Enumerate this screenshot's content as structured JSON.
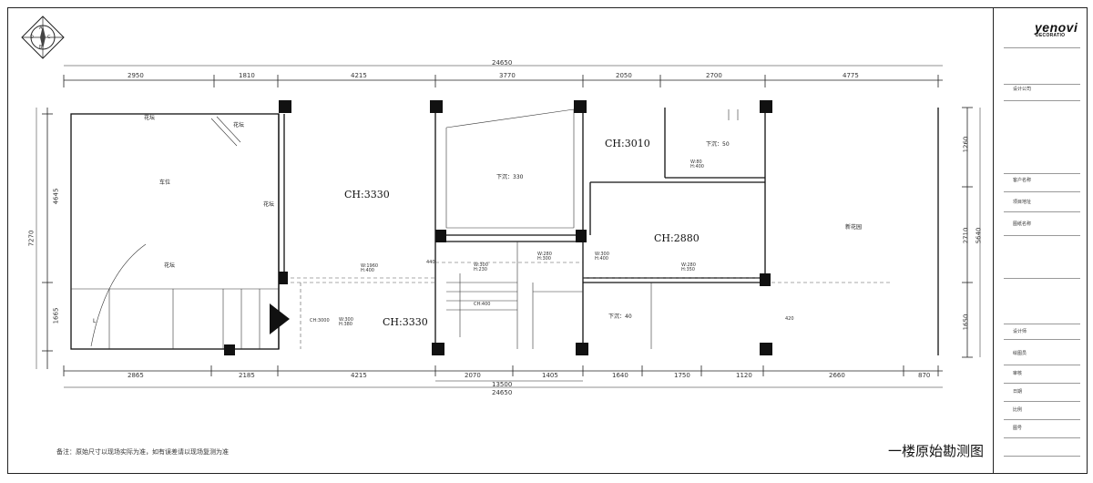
{
  "drawing": {
    "title": "一楼原始勘测图",
    "note": "备注：原始尺寸以现场实际为准，如有误差请以现场复测为准"
  },
  "compass": {
    "labels": [
      "D",
      "C",
      "A",
      "B"
    ]
  },
  "dimensions": {
    "top_total": "24650",
    "top": [
      "2950",
      "1810",
      "4215",
      "3770",
      "2050",
      "2700",
      "4775"
    ],
    "bottom_total": "24650",
    "bottom_sub": "13500",
    "bottom": [
      "2865",
      "2185",
      "4215",
      "2070",
      "1405",
      "1640",
      "1750",
      "1120",
      "2660",
      "870"
    ],
    "left": [
      "4645",
      "1665"
    ],
    "left_outer": "7270",
    "right": [
      "1260",
      "2710",
      "1650"
    ],
    "right_outer": "5640"
  },
  "rooms": [
    {
      "id": "left-room-top",
      "text": "花坛"
    },
    {
      "id": "left-room-diag",
      "text": "花坛"
    },
    {
      "id": "left-room-center",
      "text": "车位"
    },
    {
      "id": "left-room-low",
      "text": "花坛"
    },
    {
      "id": "left-room-side",
      "text": "花坛"
    },
    {
      "id": "ch-3330-upper",
      "text": "CH:3330"
    },
    {
      "id": "ch-3330-lower",
      "text": "CH:3330"
    },
    {
      "id": "ch-3010",
      "text": "CH:3010"
    },
    {
      "id": "ch-2880",
      "text": "CH:2880"
    },
    {
      "id": "right-garden",
      "text": "新花园"
    },
    {
      "id": "beam-mid",
      "text": "下沉：330"
    },
    {
      "id": "beam-right",
      "text": "下沉：50"
    },
    {
      "id": "beam-low",
      "text": "下沉：40"
    },
    {
      "id": "stair-label",
      "text": "L"
    },
    {
      "id": "stair-ch",
      "text": "CH:3000"
    }
  ],
  "openings": [
    {
      "id": "w1",
      "text": "W:1960\nH:400"
    },
    {
      "id": "w2",
      "text": "W:300\nH:230"
    },
    {
      "id": "w3",
      "text": "W:280\nH:300"
    },
    {
      "id": "w4",
      "text": "W:300\nH:400"
    },
    {
      "id": "w5",
      "text": "W:280\nH:350"
    },
    {
      "id": "w6",
      "text": "W:80\nH:400"
    },
    {
      "id": "w7",
      "text": "W:300\nH:380"
    },
    {
      "id": "h440",
      "text": "440"
    },
    {
      "id": "h420",
      "text": "420"
    },
    {
      "id": "ch400",
      "text": "CH:400"
    }
  ],
  "title_block": {
    "logo": "yenovi",
    "logo_sub": "DECORATIO",
    "rows": [
      "设计公司",
      "客户名称",
      "项目地址",
      "图纸名称",
      "设计师",
      "绘图员",
      "审核",
      "日期",
      "比例",
      "图号"
    ]
  }
}
